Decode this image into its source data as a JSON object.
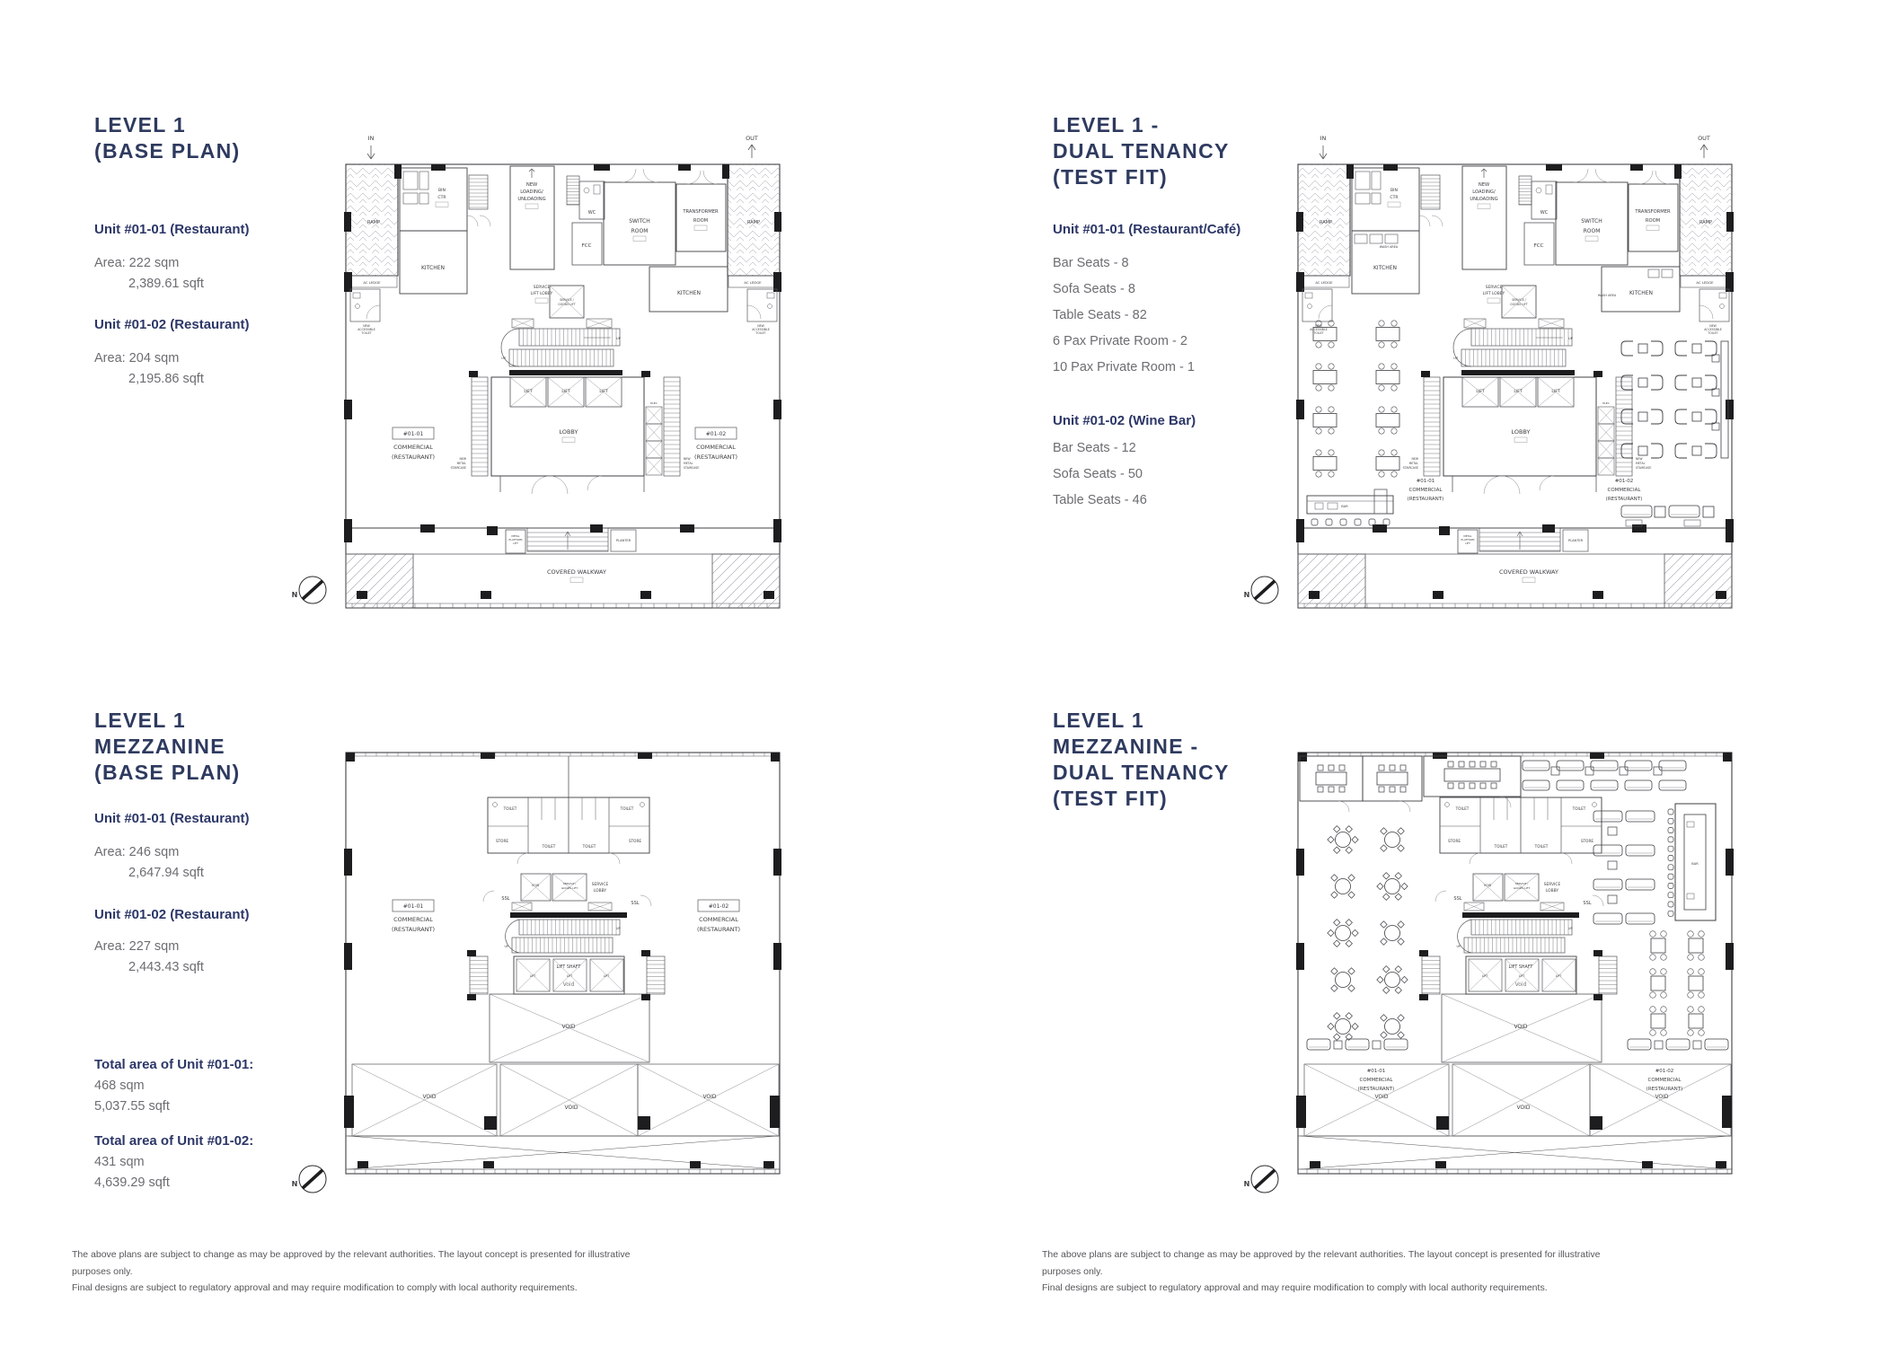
{
  "palette": {
    "heading": "#2e3a5f",
    "body_text": "#6b6d71",
    "disclaimer_text": "#55565a",
    "plan_line": "#55565a"
  },
  "sections": {
    "l1_base": {
      "title_line1": "LEVEL 1",
      "title_line2": "(BASE PLAN)",
      "unit1_name": "Unit #01-01 (Restaurant)",
      "unit1_area": "Area: 222 sqm",
      "unit1_sqft": "2,389.61 sqft",
      "unit2_name": "Unit #01-02 (Restaurant)",
      "unit2_area": "Area: 204 sqm",
      "unit2_sqft": "2,195.86 sqft"
    },
    "l1_fit": {
      "title_line1": "LEVEL 1 -",
      "title_line2": "DUAL TENANCY",
      "title_line3": "(TEST FIT)",
      "unit1_name": "Unit #01-01 (Restaurant/Café)",
      "unit1_items": [
        "Bar Seats - 8",
        "Sofa Seats - 8",
        "Table Seats - 82",
        "6 Pax Private Room - 2",
        "10 Pax Private Room - 1"
      ],
      "unit2_name": "Unit #01-02 (Wine Bar)",
      "unit2_items": [
        "Bar Seats - 12",
        "Sofa Seats - 50",
        "Table Seats - 46"
      ]
    },
    "mz_base": {
      "title_line1": "LEVEL 1",
      "title_line2": "MEZZANINE",
      "title_line3": "(BASE PLAN)",
      "unit1_name": "Unit #01-01 (Restaurant)",
      "unit1_area": "Area: 246 sqm",
      "unit1_sqft": "2,647.94 sqft",
      "unit2_name": "Unit #01-02 (Restaurant)",
      "unit2_area": "Area: 227 sqm",
      "unit2_sqft": "2,443.43 sqft",
      "total1_label": "Total area of Unit #01-01:",
      "total1_sqm": "468 sqm",
      "total1_sqft": "5,037.55 sqft",
      "total2_label": "Total area of Unit #01-02:",
      "total2_sqm": "431 sqm",
      "total2_sqft": "4,639.29 sqft"
    },
    "mz_fit": {
      "title_line1": "LEVEL 1",
      "title_line2": "MEZZANINE -",
      "title_line3": "DUAL TENANCY",
      "title_line4": "(TEST FIT)"
    }
  },
  "disclaimer": {
    "line1": "The above plans are subject to change as may be approved by the relevant authorities. The layout concept is presented for illustrative purposes only.",
    "line2": "Final designs are subject to regulatory approval and may require modification to comply with local authority requirements."
  },
  "plan_labels": {
    "in": "IN",
    "out": "OUT",
    "ramp": "RAMP",
    "ac_ledge": "AC LEDGE",
    "bin": "BIN",
    "ctr": "CTR",
    "kitchen": "KITCHEN",
    "new": "NEW",
    "loading": "LOADING/",
    "unloading": "UNLOADING",
    "wc": "WC",
    "switch": "SWITCH",
    "room": "ROOM",
    "transformer": "TRANSFORMER",
    "fcc": "FCC",
    "service": "SERVICE",
    "lift_lobby": "LIFT LOBBY",
    "service_slash": "SERVICE /",
    "goods_lift": "GOODS LIFT",
    "lift": "LIFT",
    "lobby": "LOBBY",
    "elec": "ELEC",
    "unit1": "#01-01",
    "unit2": "#01-02",
    "commercial": "COMMERCIAL",
    "restaurant": "(RESTAURANT)",
    "planter": "PLANTER",
    "covered_walkway": "COVERED WALKWAY",
    "metal": "METAL",
    "staircase": "STAIRCASE",
    "platform": "PLATFORM",
    "accessible": "ACCESSIBLE",
    "toilet": "TOILET",
    "store": "STORE",
    "ssl": "SSL",
    "void": "VOID",
    "void_lc": "Void",
    "lift_shaft": "LIFT SHAFT",
    "up": "UP",
    "north": "N",
    "wash_area": "WASH AREA",
    "bar": "BAR"
  }
}
